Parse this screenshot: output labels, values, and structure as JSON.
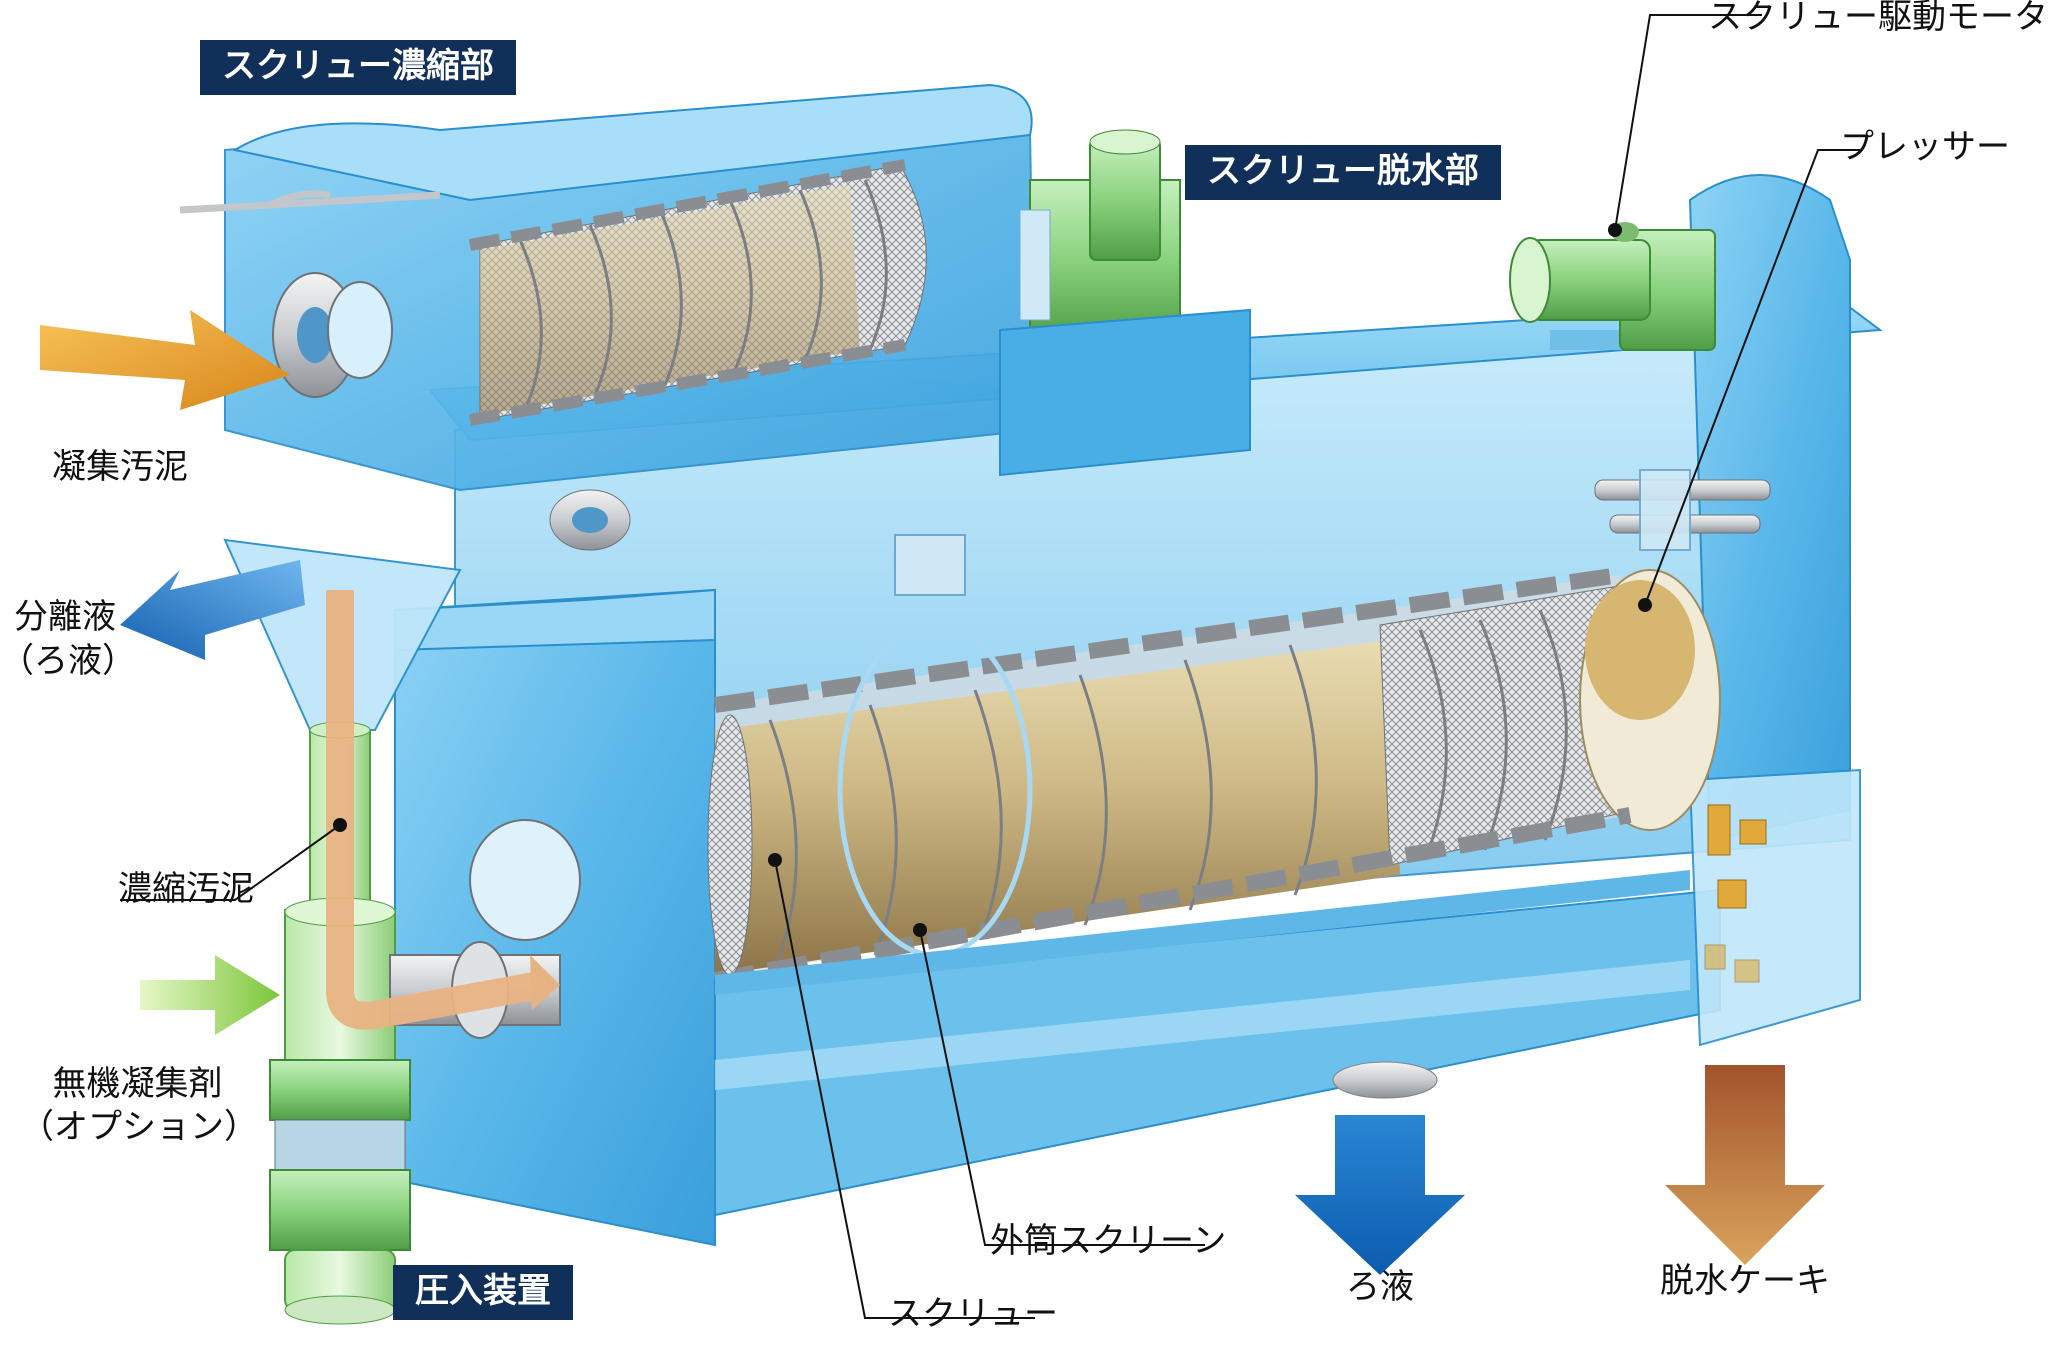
{
  "section_labels": {
    "thickening": "スクリュー濃縮部",
    "dewatering": "スクリュー脱水部",
    "press_in": "圧入装置"
  },
  "component_labels": {
    "drive_motor": "スクリュー駆動モーター",
    "presser": "プレッサー",
    "outer_screen": "外筒スクリーン",
    "screw": "スクリュー",
    "thickened_sludge": "濃縮汚泥"
  },
  "flow_labels": {
    "flocculated_sludge": "凝集汚泥",
    "separated_liquid": "分離液",
    "separated_liquid_note": "（ろ液）",
    "inorganic_flocculant": "無機凝集剤",
    "inorganic_flocculant_note": "（オプション）",
    "filtrate": "ろ液",
    "dewatered_cake": "脱水ケーキ"
  },
  "colors": {
    "frame_blue": "#4fb0e4",
    "frame_dark": "#2a8fcc",
    "header_navy": "#10305a",
    "sludge_orange": "#e8a332",
    "filtrate_blue": "#1a74c6",
    "flocculant_green": "#8ed04a",
    "cake_brown": "#a8683a",
    "motor_green": "#8ad27e",
    "screw_tan": "#cdb884"
  }
}
